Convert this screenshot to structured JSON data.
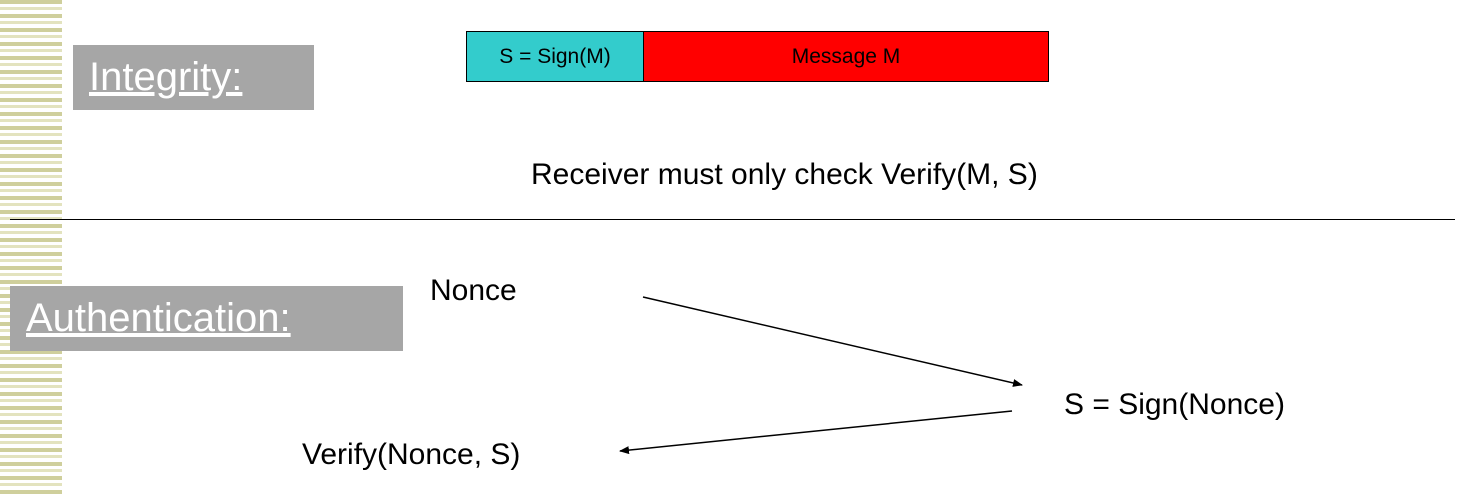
{
  "integrity": {
    "title": "Integrity:",
    "signature_cell": "S = Sign(M)",
    "message_cell": "Message M",
    "receiver_note": "Receiver must only check Verify(M, S)"
  },
  "authentication": {
    "title": "Authentication:",
    "nonce": "Nonce",
    "signed_nonce": "S = Sign(Nonce)",
    "verify": "Verify(Nonce, S)"
  },
  "colors": {
    "signature_cell": "#33cccc",
    "message_cell": "#ff0000",
    "label_box": "#a6a6a6",
    "stripe": "#cfcf9c"
  }
}
